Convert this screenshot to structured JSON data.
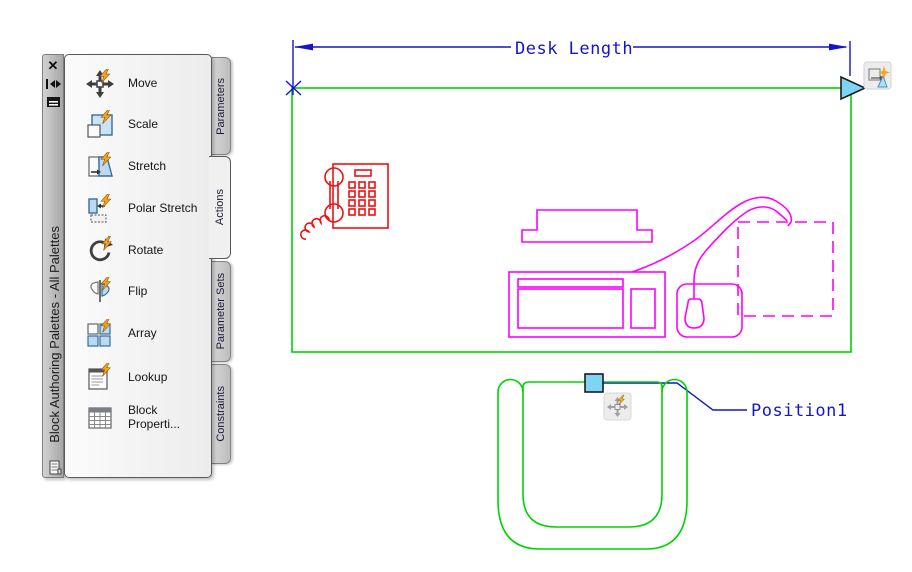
{
  "palette": {
    "title": "Block Authoring Palettes - All Palettes",
    "titlebar_icons": [
      "close-icon",
      "auto-hide-icon",
      "properties-menu-icon",
      "palette-properties-icon"
    ],
    "items": [
      {
        "label": "Move",
        "icon": "move-action-icon"
      },
      {
        "label": "Scale",
        "icon": "scale-action-icon"
      },
      {
        "label": "Stretch",
        "icon": "stretch-action-icon"
      },
      {
        "label": "Polar Stretch",
        "icon": "polar-stretch-action-icon"
      },
      {
        "label": "Rotate",
        "icon": "rotate-action-icon"
      },
      {
        "label": "Flip",
        "icon": "flip-action-icon"
      },
      {
        "label": "Array",
        "icon": "array-action-icon"
      },
      {
        "label": "Lookup",
        "icon": "lookup-action-icon"
      },
      {
        "label": "Block Properti...",
        "icon": "block-properties-icon"
      }
    ],
    "tabs": [
      {
        "label": "Parameters",
        "active": false
      },
      {
        "label": "Actions",
        "active": true
      },
      {
        "label": "Parameter Sets",
        "active": false
      },
      {
        "label": "Constraints",
        "active": false
      }
    ]
  },
  "canvas": {
    "dimension_label": "Desk Length",
    "position_label": "Position1",
    "colors": {
      "desk_green": "#00d400",
      "equipment_magenta": "#ff00ff",
      "phone_red": "#ee1111",
      "annotation_blue": "#1414cc",
      "grip_fill": "#7ed4f2",
      "grip_stroke": "#1c1c1c"
    }
  }
}
